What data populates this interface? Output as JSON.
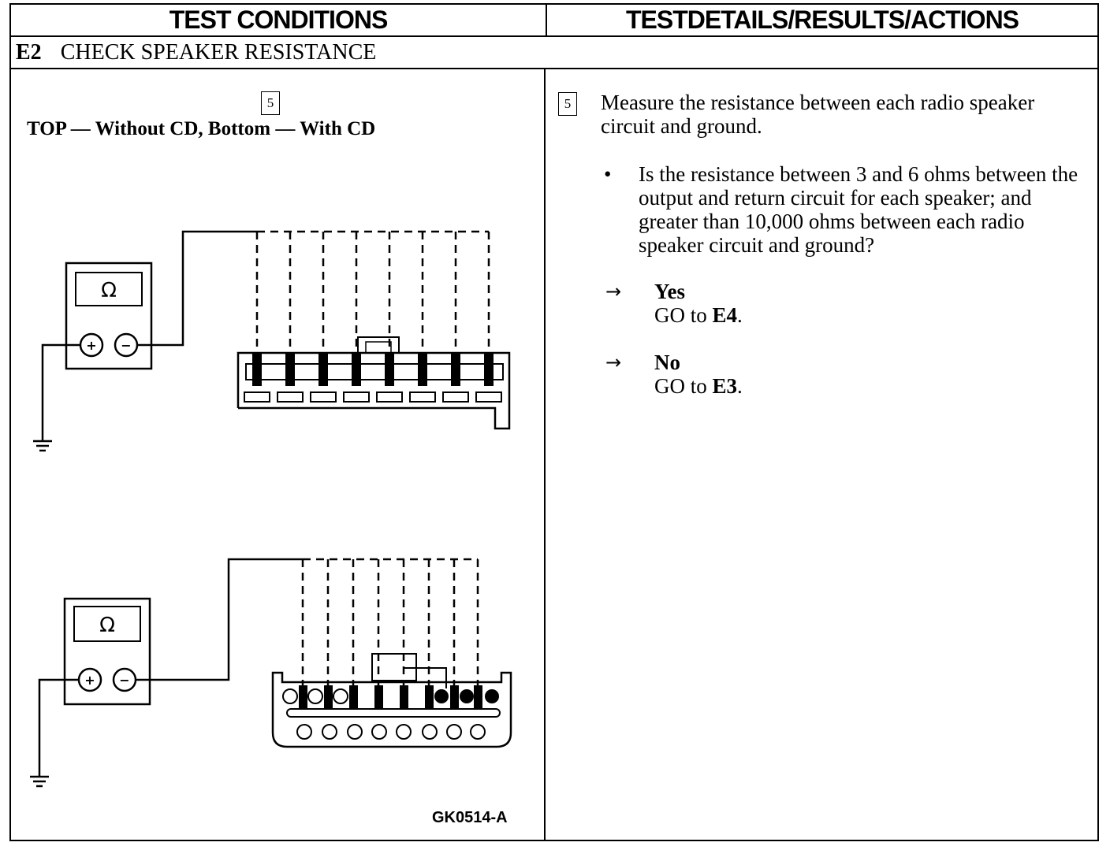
{
  "headers": {
    "left": "TEST CONDITIONS",
    "right": "TESTDETAILS/RESULTS/ACTIONS"
  },
  "section": {
    "id": "E2",
    "title": "CHECK SPEAKER RESISTANCE"
  },
  "left": {
    "step": "5",
    "caption": "TOP — Without CD, Bottom — With CD",
    "meter_symbol": "Ω",
    "plus": "+",
    "minus": "−",
    "figure_id": "GK0514-A"
  },
  "right": {
    "step": "5",
    "instruction": "Measure the resistance between each radio speaker circuit and ground.",
    "bullet": "•",
    "question": "Is the resistance between 3 and 6 ohms between the output and return circuit for each speaker; and greater than 10,000 ohms between each radio speaker circuit and ground?",
    "arrow": "→",
    "yes": {
      "label": "Yes",
      "go_text": "GO to",
      "target": "E4",
      "end": "."
    },
    "no": {
      "label": "No",
      "go_text": "GO to",
      "target": "E3",
      "end": "."
    }
  }
}
